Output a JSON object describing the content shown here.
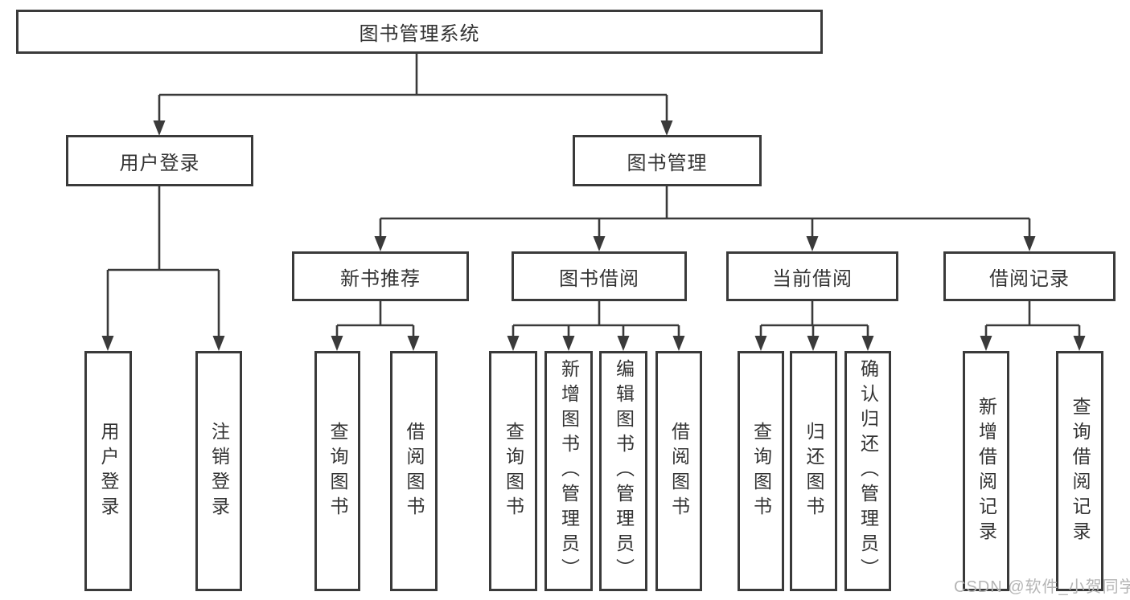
{
  "nodes": {
    "root": "图书管理系统",
    "user_login": "用户登录",
    "book_management": "图书管理",
    "new_book_recommend": "新书推荐",
    "book_borrowing": "图书借阅",
    "current_borrowing": "当前借阅",
    "borrowing_records": "借阅记录",
    "leaf_user_login": "用户登录",
    "leaf_logout": "注销登录",
    "leaf_nb_query_books": "查询图书",
    "leaf_nb_borrow_books": "借阅图书",
    "leaf_bb_query_books": "查询图书",
    "leaf_bb_add_books": "新增图书（管理员）",
    "leaf_bb_edit_books": "编辑图书（管理员）",
    "leaf_bb_borrow_books": "借阅图书",
    "leaf_cb_query_books": "查询图书",
    "leaf_cb_return_books": "归还图书",
    "leaf_cb_confirm_return": "确认归还（管理员）",
    "leaf_br_add_record": "新增借阅记录",
    "leaf_br_query_record": "查询借阅记录"
  },
  "watermark": "CSDN @软件_小贺同学",
  "colors": {
    "line": "#3a3a3a",
    "text": "#333333",
    "background": "#ffffff",
    "watermark": "#b5b5b5"
  }
}
